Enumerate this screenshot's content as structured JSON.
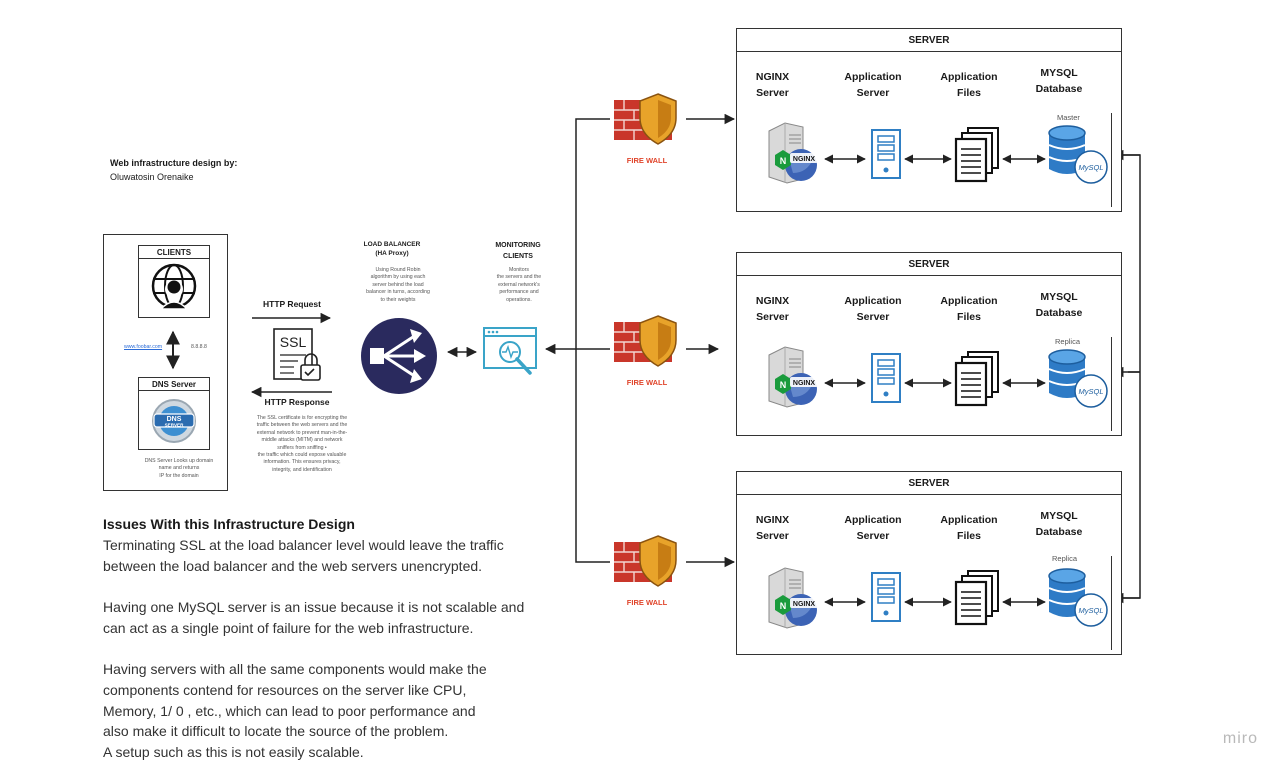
{
  "credit": {
    "title": "Web infrastructure design by:",
    "author": "Oluwatosin Orenaike"
  },
  "clients": {
    "title": "CLIENTS",
    "domain": "www.foobar.com",
    "ip": "8.8.8.8",
    "dns_title": "DNS Server",
    "dns_badge_1": "DNS",
    "dns_badge_2": "SERVER",
    "dns_desc_1": "DNS Server Looks up domain",
    "dns_desc_2": "name and returns",
    "dns_desc_3": "IP for the domain"
  },
  "http": {
    "request": "HTTP Request",
    "response": "HTTP Response",
    "ssl": "SSL",
    "ssl_desc": [
      "The SSL certificate is for encrypting the",
      "traffic between the web servers and the",
      "external network to prevent man-in-the-",
      "middle attacks (MITM) and network",
      "sniffers from sniffing •",
      "the traffic which could expose valuable",
      "information. This ensures privacy,",
      "integrity, and identification"
    ]
  },
  "load_balancer": {
    "title": "LOAD BALANCER",
    "subtitle": "(HA Proxy)",
    "desc": [
      "Using Round Robin",
      "algorithm by using each",
      "server behind the load",
      "balancer in turns, according",
      "to their weights"
    ]
  },
  "monitoring": {
    "title_1": "MONITORING",
    "title_2": "CLIENTS",
    "desc": [
      "Monitors",
      "the servers and the",
      "external network's",
      "performance and",
      "operations."
    ]
  },
  "firewall_label": "FIRE WALL",
  "server": {
    "title": "SERVER",
    "nginx_1": "NGINX",
    "nginx_2": "Server",
    "app_1": "Application",
    "app_2": "Server",
    "files_1": "Application",
    "files_2": "Files",
    "mysql_1": "MYSQL",
    "mysql_2": "Database",
    "nginx_badge": "NGINX",
    "mysql_badge": "MySQL"
  },
  "roles": [
    "Master",
    "Replica",
    "Replica"
  ],
  "issues": {
    "title": "Issues With this Infrastructure Design",
    "p1_l1": "Terminating SSL at the load balancer level would leave the traffic",
    "p1_l2": "between the load balancer and the web servers unencrypted.",
    "p2_l1": "Having one MySQL server is an issue because it is not scalable and",
    "p2_l2": "can act as a single point of failure for the web infrastructure.",
    "p3_l1": "Having servers with all the same components would make the",
    "p3_l2": "components contend for resources on the server like CPU,",
    "p3_l3": "Memory, 1/ 0 , etc., which can lead to poor performance and",
    "p3_l4": "also make it difficult to locate the source of the problem.",
    "p3_l5": "A setup such as this is not easily scalable."
  },
  "watermark": "miro",
  "colors": {
    "firewall_text": "#e0452b",
    "lb_circle": "#2a2a5e",
    "icon_blue": "#2f7fc4",
    "monitor": "#3aa4c8"
  }
}
